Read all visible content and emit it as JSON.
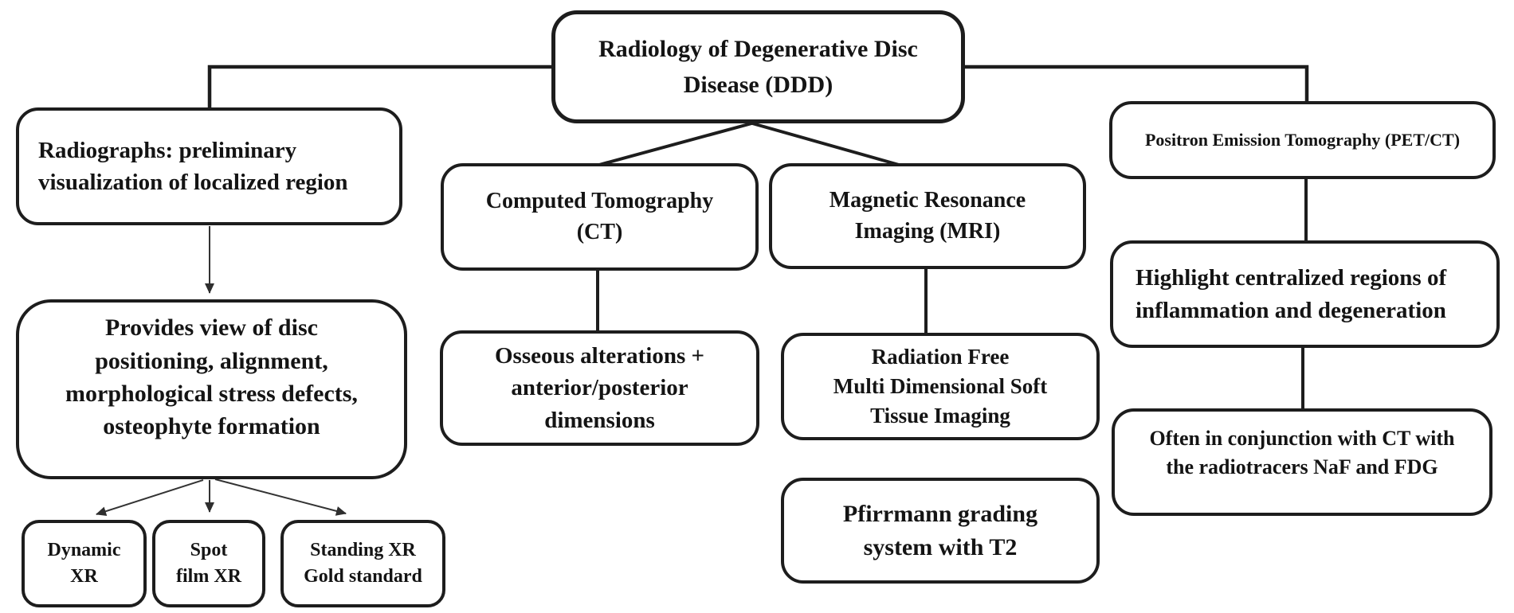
{
  "diagram": {
    "type": "flowchart",
    "title": "Radiology of Degenerative Disc Disease (DDD)"
  },
  "colors": {
    "background": "#ffffff",
    "box_border": "#1d1d1d",
    "text": "#141414",
    "arrow": "#333333"
  },
  "nodes": {
    "root": {
      "label": "Radiology of Degenerative Disc\nDisease (DDD)"
    },
    "radiographs": {
      "label": "Radiographs: preliminary\nvisualization of localized region"
    },
    "provides": {
      "label": "Provides view of disc\npositioning, alignment,\nmorphological stress defects,\nosteophyte formation"
    },
    "dynamic_xr": {
      "label": "Dynamic\nXR"
    },
    "spot_film_xr": {
      "label": "Spot\nfilm XR"
    },
    "standing_xr": {
      "label": "Standing XR\nGold standard"
    },
    "ct": {
      "label": "Computed Tomography\n(CT)"
    },
    "osseous": {
      "label": "Osseous alterations +\nanterior/posterior\ndimensions"
    },
    "mri": {
      "label": "Magnetic Resonance\nImaging (MRI)"
    },
    "radiation_free": {
      "label": "Radiation Free\nMulti Dimensional Soft\nTissue Imaging"
    },
    "pfirrmann": {
      "label": "Pfirrmann grading\nsystem with T2"
    },
    "pet": {
      "label": "Positron Emission Tomography (PET/CT)"
    },
    "highlight": {
      "label": "Highlight centralized regions of\ninflammation and degeneration"
    },
    "often": {
      "label": "Often in conjunction with CT with\nthe radiotracers NaF and FDG"
    }
  },
  "edges": [
    {
      "from": "root",
      "to": "radiographs",
      "style": "elbow-line"
    },
    {
      "from": "root",
      "to": "ct",
      "style": "diagonal-line"
    },
    {
      "from": "root",
      "to": "mri",
      "style": "diagonal-line"
    },
    {
      "from": "root",
      "to": "pet",
      "style": "elbow-line"
    },
    {
      "from": "radiographs",
      "to": "provides",
      "style": "thin-arrow"
    },
    {
      "from": "provides",
      "to": "dynamic_xr",
      "style": "thin-arrow"
    },
    {
      "from": "provides",
      "to": "spot_film_xr",
      "style": "thin-arrow"
    },
    {
      "from": "provides",
      "to": "standing_xr",
      "style": "thin-arrow"
    },
    {
      "from": "ct",
      "to": "osseous",
      "style": "line"
    },
    {
      "from": "mri",
      "to": "radiation_free",
      "style": "line"
    },
    {
      "from": "pet",
      "to": "highlight",
      "style": "line"
    },
    {
      "from": "highlight",
      "to": "often",
      "style": "line"
    }
  ]
}
